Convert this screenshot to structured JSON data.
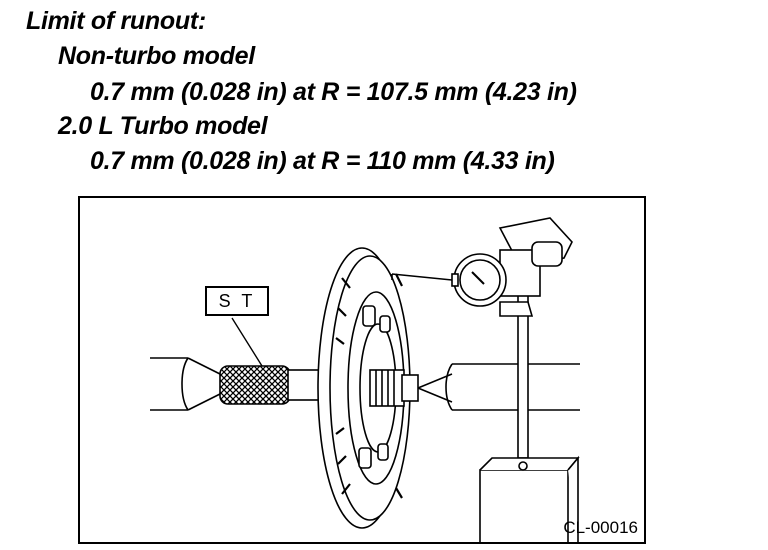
{
  "spec": {
    "heading": "Limit of runout:",
    "model_a": "Non-turbo model",
    "value_a": "0.7 mm (0.028 in) at R = 107.5 mm (4.23 in)",
    "model_b": "2.0 L Turbo model",
    "value_b": "0.7 mm (0.028 in) at R = 110 mm (4.33 in)"
  },
  "figure": {
    "tool_label": "S T",
    "code": "CL-00016"
  }
}
